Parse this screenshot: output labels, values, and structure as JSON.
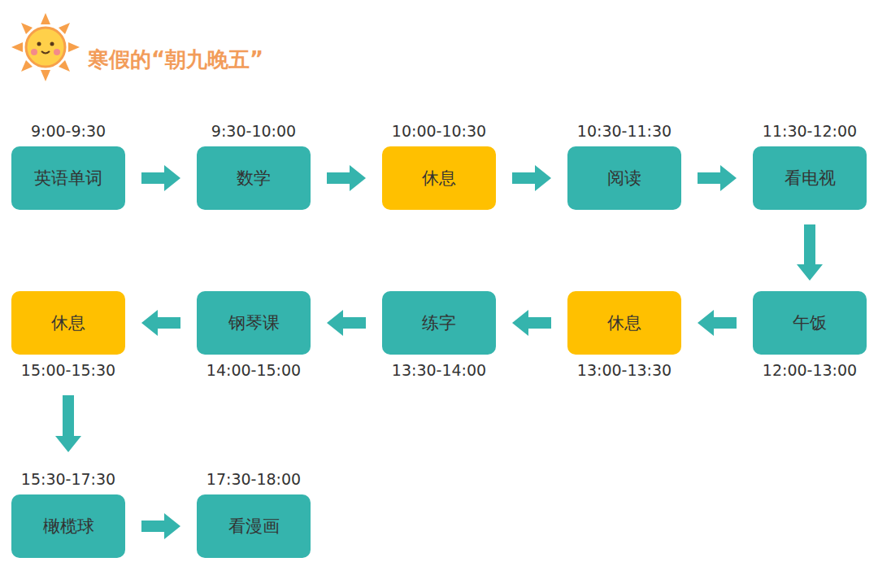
{
  "diagram": {
    "title": "寒假的“朝九晚五”",
    "nodes": [
      {
        "text": [
          "9:00-9:30",
          "英语单词"
        ]
      },
      {
        "text": [
          "9:30-10:00",
          "数学"
        ]
      },
      {
        "text": [
          "10:00-10:30",
          "休息"
        ]
      },
      {
        "text": [
          "10:30-11:30",
          "阅读"
        ]
      },
      {
        "text": [
          "11:30-12:00",
          "看电视"
        ]
      },
      {
        "text": [
          "12:00-13:00",
          "午饭"
        ]
      },
      {
        "text": [
          "13:00-13:30",
          "休息"
        ]
      },
      {
        "text": [
          "13:30-14:00",
          "练字"
        ]
      },
      {
        "text": [
          "14:00-15:00",
          "钢琴课"
        ]
      },
      {
        "text": [
          "15:00-15:30",
          "休息"
        ]
      },
      {
        "text": [
          "15:30-17:30",
          "橄榄球"
        ]
      },
      {
        "text": [
          "17:30-18:00",
          "看漫画"
        ]
      }
    ],
    "edges": [
      {
        "from": 0,
        "to": 1,
        "arrow": "to"
      },
      {
        "from": 1,
        "to": 2,
        "arrow": "to"
      },
      {
        "from": 2,
        "to": 3,
        "arrow": "to"
      },
      {
        "from": 3,
        "to": 4,
        "arrow": "to"
      },
      {
        "from": 4,
        "to": 5,
        "arrow": "to"
      },
      {
        "from": 5,
        "to": 6,
        "arrow": "to"
      },
      {
        "from": 6,
        "to": 7,
        "arrow": "to"
      },
      {
        "from": 7,
        "to": 8,
        "arrow": "to"
      },
      {
        "from": 8,
        "to": 9,
        "arrow": "to"
      },
      {
        "from": 9,
        "to": 10,
        "arrow": "to"
      },
      {
        "from": 10,
        "to": 11,
        "arrow": "to"
      }
    ]
  }
}
